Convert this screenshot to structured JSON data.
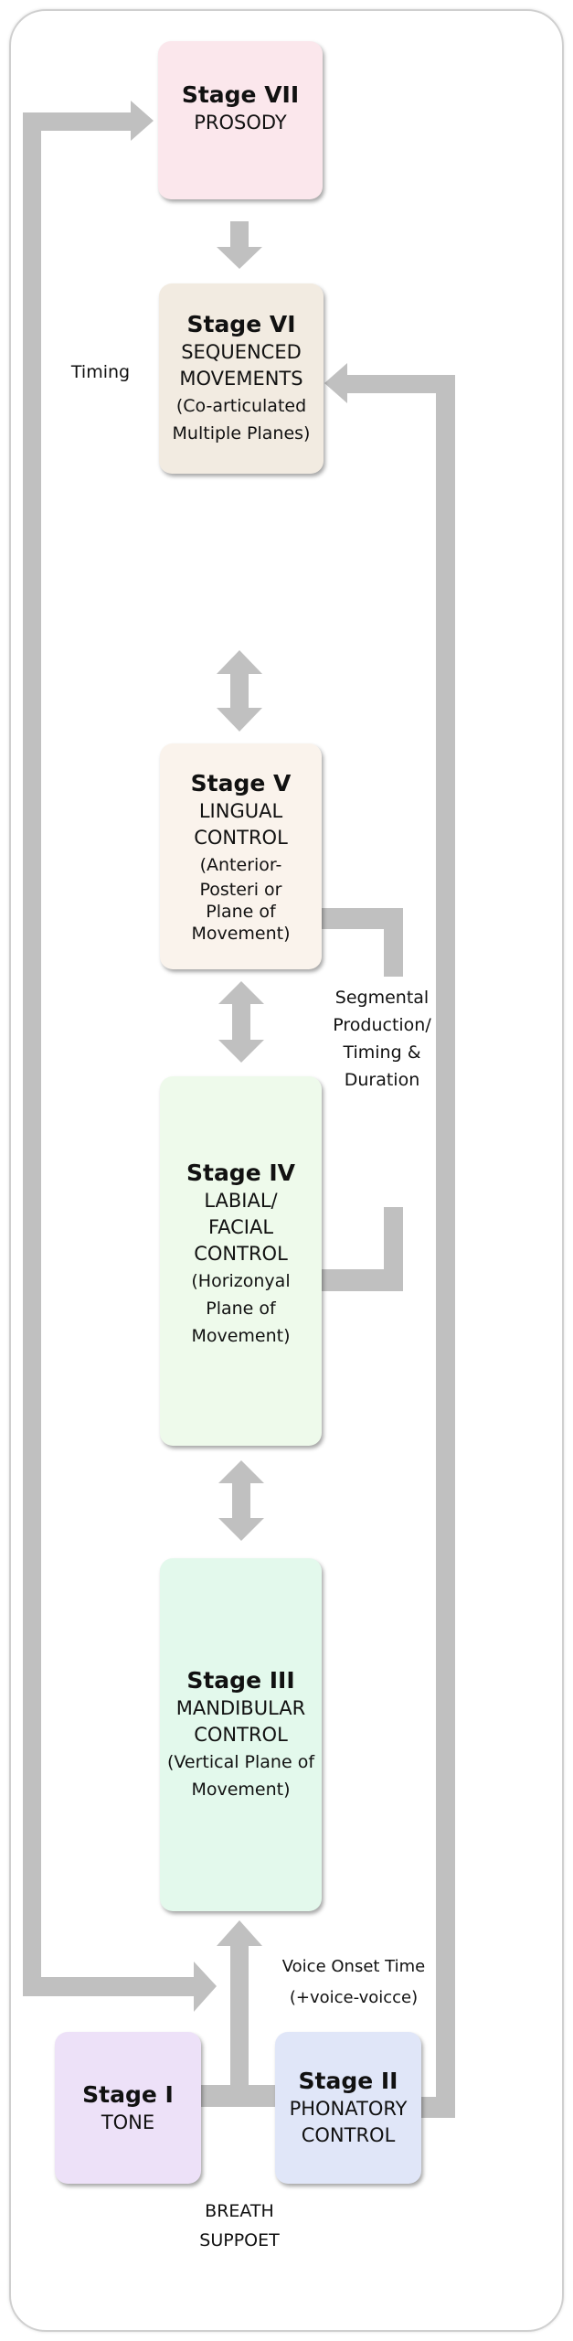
{
  "colors": {
    "arrow": "#c0c0c0",
    "frame": "#cfcfcf"
  },
  "stages": [
    {
      "id": "vii",
      "title": "Stage VII",
      "lines": [
        "PROSODY"
      ],
      "subs": [],
      "color": "#fbe7ec"
    },
    {
      "id": "vi",
      "title": "Stage VI",
      "lines": [
        "SEQUENCED",
        "MOVEMENTS"
      ],
      "subs": [
        "(Co-articulated",
        "Multiple Planes)"
      ],
      "color": "#f2ebe1"
    },
    {
      "id": "v",
      "title": "Stage V",
      "lines": [
        "LINGUAL",
        "CONTROL"
      ],
      "subs": [
        "(Anterior-",
        "Posteri or",
        "Plane of",
        "Movement)"
      ],
      "color": "#faf3ec"
    },
    {
      "id": "iv",
      "title": "Stage IV",
      "lines": [
        "LABIAL/",
        "FACIAL",
        "CONTROL"
      ],
      "subs": [
        "(Horizonyal",
        "Plane of",
        "Movement)"
      ],
      "color": "#eefaeb"
    },
    {
      "id": "iii",
      "title": "Stage III",
      "lines": [
        "MANDIBULAR",
        "CONTROL"
      ],
      "subs": [
        "(Vertical Plane of",
        "Movement)"
      ],
      "color": "#e3f9ec"
    },
    {
      "id": "i",
      "title": "Stage I",
      "lines": [
        "TONE"
      ],
      "subs": [],
      "color": "#ede1f8"
    },
    {
      "id": "ii",
      "title": "Stage II",
      "lines": [
        "PHONATORY",
        "CONTROL"
      ],
      "subs": [],
      "color": "#e0e6f8"
    }
  ],
  "labels": {
    "timing": "Timing",
    "segmental": [
      "Segmental",
      "Production/",
      "Timing &",
      "Duration"
    ],
    "voice_onset": [
      "Voice Onset Time",
      "(+voice-voicce)"
    ],
    "breath": [
      "BREATH",
      "SUPPOET"
    ]
  }
}
